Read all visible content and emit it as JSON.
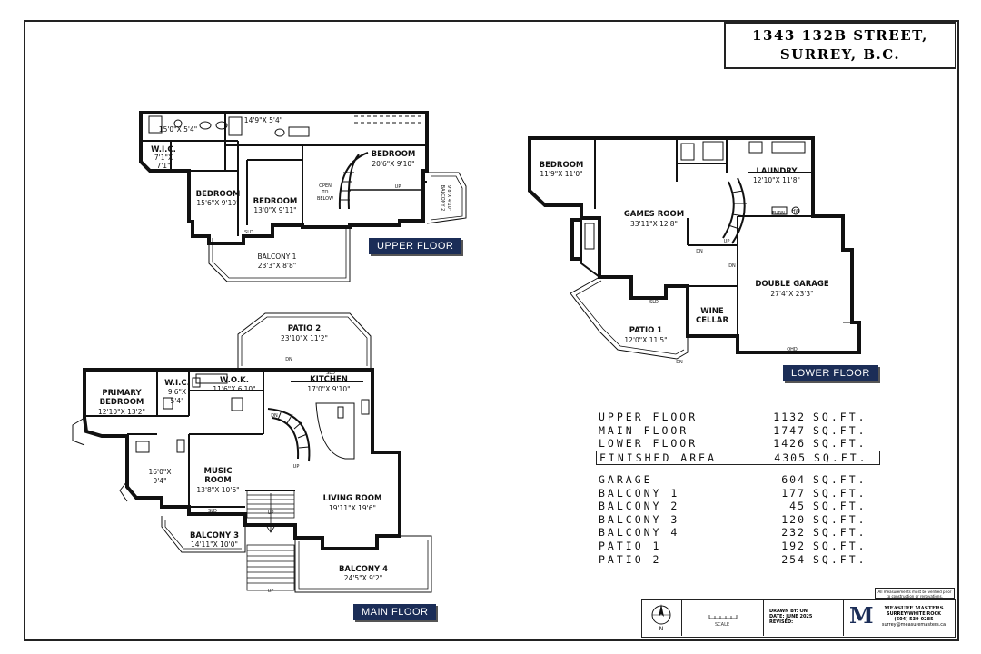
{
  "title": {
    "line1": "1343 132B STREET,",
    "line2": "SURREY, B.C."
  },
  "floor_tags": {
    "upper": "UPPER FLOOR",
    "main": "MAIN FLOOR",
    "lower": "LOWER FLOOR"
  },
  "upper_floor": {
    "ensuite": {
      "dims": "15'0\"X 5'4\""
    },
    "bath": {
      "dims": "14'9\"X 5'4\""
    },
    "wic": {
      "name": "W.I.C.",
      "dims_a": "7'1\"X",
      "dims_b": "7'1\""
    },
    "bedroom_a": {
      "name": "BEDROOM",
      "dims": "15'6\"X 9'10\""
    },
    "bedroom_b": {
      "name": "BEDROOM",
      "dims": "13'0\"X 9'11\""
    },
    "bedroom_c": {
      "name": "BEDROOM",
      "dims": "20'6\"X 9'10\""
    },
    "open_below": {
      "l1": "OPEN",
      "l2": "TO",
      "l3": "BELOW"
    },
    "up": "UP",
    "sld": "SLD",
    "balcony1": {
      "name": "BALCONY 1",
      "dims": "23'3\"X 8'8\""
    },
    "balcony2": {
      "name": "BALCONY 2",
      "dims": "9'8\"X 4'10\""
    }
  },
  "main_floor": {
    "patio2": {
      "name": "PATIO 2",
      "dims": "23'10\"X 11'2\""
    },
    "kitchen": {
      "name": "KITCHEN",
      "dims": "17'0\"X 9'10\""
    },
    "wok": {
      "name": "W.O.K.",
      "dims": "11'6\"X 6'10\""
    },
    "wic": {
      "name": "W.I.C.",
      "dims_a": "9'6\"X",
      "dims_b": "5'4\""
    },
    "primary": {
      "l1": "PRIMARY",
      "l2": "BEDROOM",
      "dims": "12'10\"X 13'2\""
    },
    "ensuite": {
      "dims_a": "16'0\"X",
      "dims_b": "9'4\""
    },
    "music": {
      "l1": "MUSIC",
      "l2": "ROOM",
      "dims": "13'8\"X 10'6\""
    },
    "living": {
      "name": "LIVING ROOM",
      "dims": "19'11\"X 19'6\""
    },
    "balcony3": {
      "name": "BALCONY 3",
      "dims": "14'11\"X 10'0\""
    },
    "balcony4": {
      "name": "BALCONY 4",
      "dims": "24'5\"X 9'2\""
    },
    "dn": "DN",
    "up": "UP",
    "sld": "SLD"
  },
  "lower_floor": {
    "bedroom": {
      "name": "BEDROOM",
      "dims": "11'9\"X 11'0\""
    },
    "games": {
      "name": "GAMES ROOM",
      "dims": "33'11\"X 12'8\""
    },
    "laundry": {
      "name": "LAUNDRY",
      "dims": "12'10\"X 11'8\""
    },
    "garage": {
      "name": "DOUBLE GARAGE",
      "dims": "27'4\"X 23'3\""
    },
    "wine": {
      "l1": "WINE",
      "l2": "CELLAR"
    },
    "patio1": {
      "name": "PATIO 1",
      "dims": "12'0\"X 11'5\""
    },
    "furn": "FURN",
    "hw": "HW",
    "dn": "DN",
    "up": "UP",
    "sld": "SLD",
    "ohd": "OHD"
  },
  "summary": [
    {
      "name": "UPPER FLOOR",
      "value": "1132",
      "unit": "SQ.FT."
    },
    {
      "name": "MAIN FLOOR",
      "value": "1747",
      "unit": "SQ.FT."
    },
    {
      "name": "LOWER FLOOR",
      "value": "1426",
      "unit": "SQ.FT."
    },
    {
      "name": "FINISHED AREA",
      "value": "4305",
      "unit": "SQ.FT."
    },
    {
      "name": "GARAGE",
      "value": "604",
      "unit": "SQ.FT."
    },
    {
      "name": "BALCONY 1",
      "value": "177",
      "unit": "SQ.FT."
    },
    {
      "name": "BALCONY 2",
      "value": "45",
      "unit": "SQ.FT."
    },
    {
      "name": "BALCONY 3",
      "value": "120",
      "unit": "SQ.FT."
    },
    {
      "name": "BALCONY 4",
      "value": "232",
      "unit": "SQ.FT."
    },
    {
      "name": "PATIO 1",
      "value": "192",
      "unit": "SQ.FT."
    },
    {
      "name": "PATIO 2",
      "value": "254",
      "unit": "SQ.FT."
    }
  ],
  "footer": {
    "north": "N",
    "scale": "SCALE",
    "drawn_by": "DRAWN BY: ON",
    "date": "DATE: JUNE 2025",
    "revised": "REVISED:",
    "company_mark": "M",
    "company": "MEASURE MASTERS",
    "company_tag": "SURREY/WHITE ROCK",
    "phone": "(604) 539-0285",
    "email": "surrey@measuremasters.ca",
    "disclaimer": "All measurements must be verified prior to construction or renovations."
  },
  "colors": {
    "tag_bg": "#1b2d57",
    "wall": "#111111"
  }
}
